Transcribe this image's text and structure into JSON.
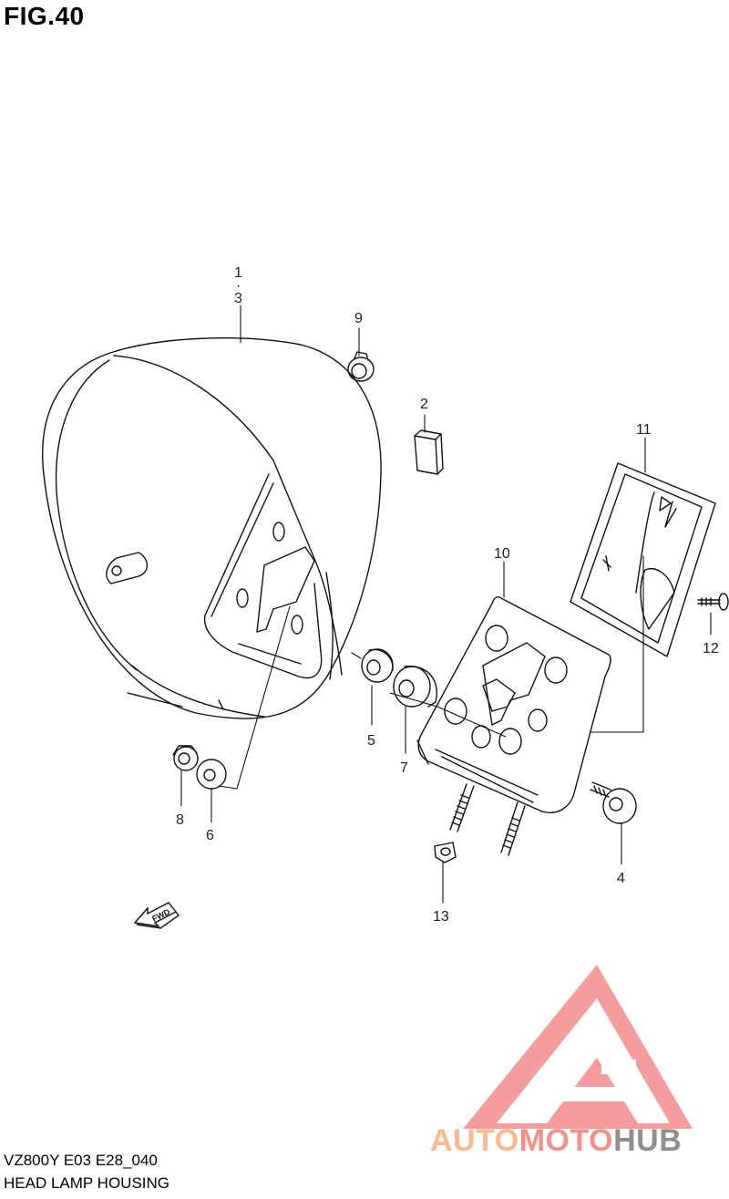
{
  "figure": {
    "title": "FIG.40"
  },
  "footer": {
    "model_code": "VZ800Y E03 E28_040",
    "assembly_name": "HEAD LAMP HOUSING"
  },
  "fwd_label": "FWD",
  "callouts": {
    "c1": "1",
    "c1_dot": "·",
    "c3": "3",
    "c9": "9",
    "c2": "2",
    "c11": "11",
    "c10": "10",
    "c12": "12",
    "c5": "5",
    "c7": "7",
    "c8": "8",
    "c6": "6",
    "c4": "4",
    "c13": "13"
  },
  "watermark": {
    "part1": "AUTO",
    "part2": "MOTO",
    "part3": "HUB",
    "colors": {
      "auto": "#f9b98a",
      "moto": "#f4908a",
      "hub": "#8f8f8f",
      "logo": "#f38c8c"
    }
  }
}
